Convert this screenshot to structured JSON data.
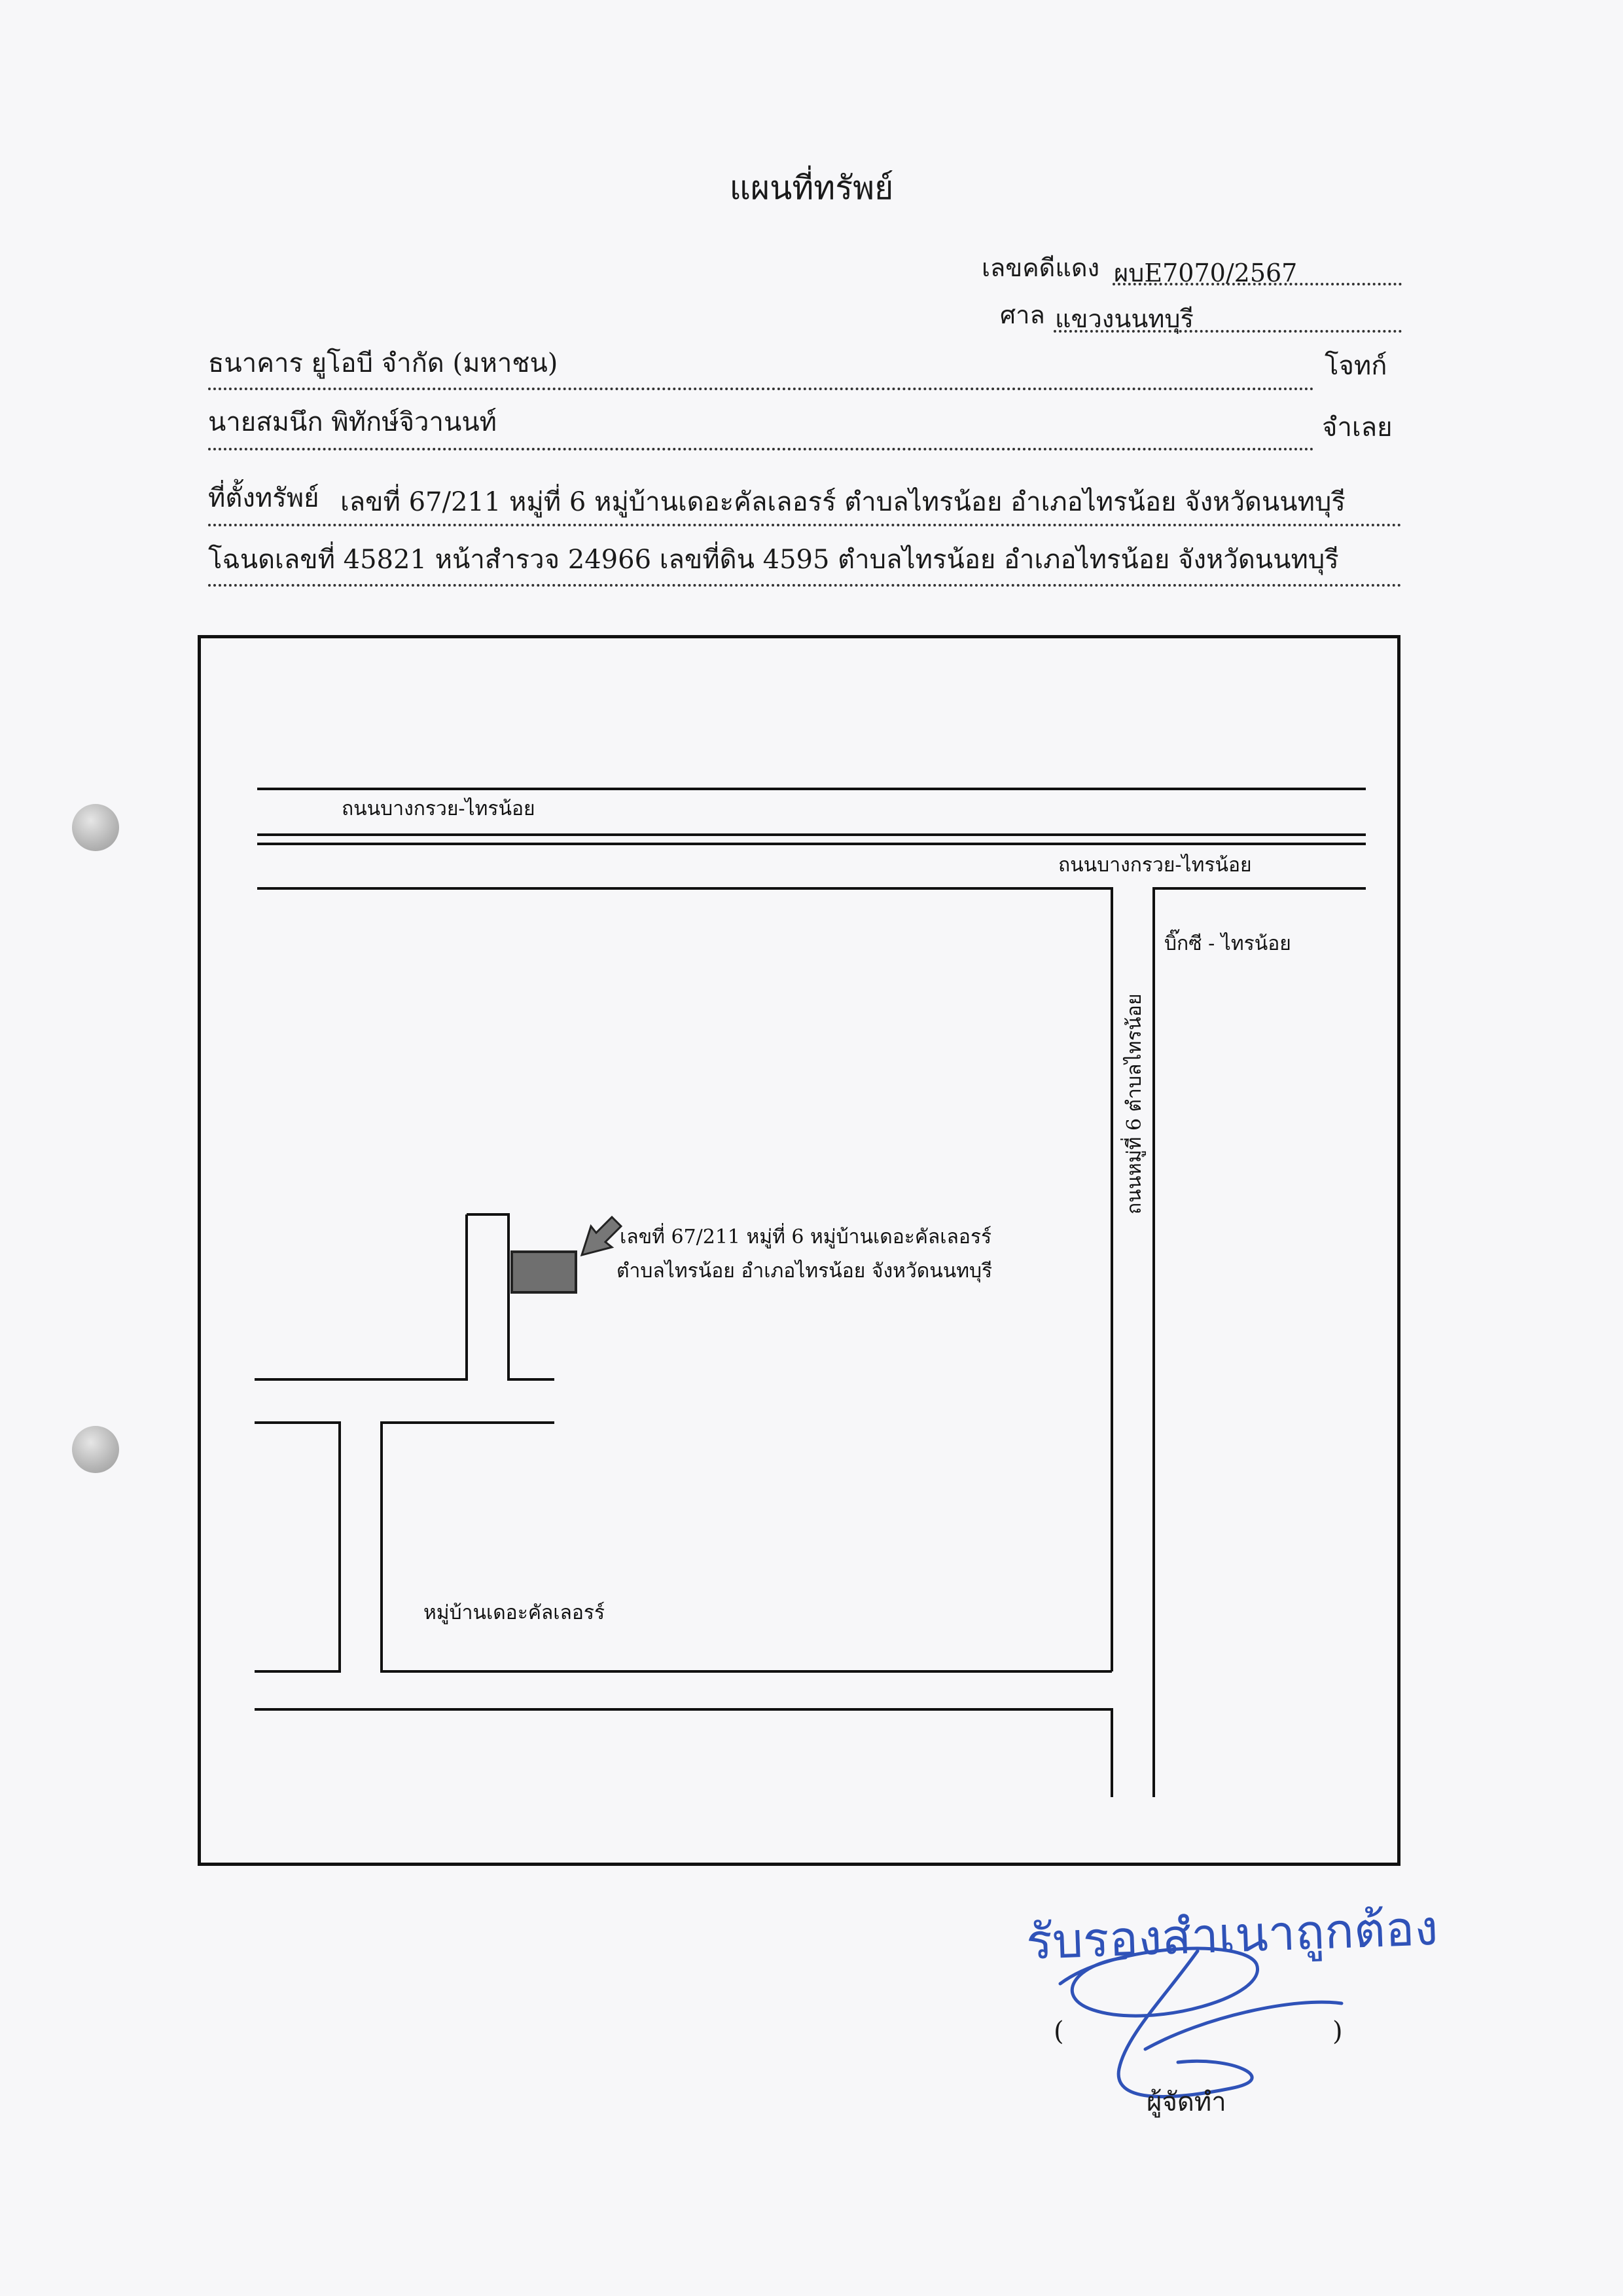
{
  "title": "แผนที่ทรัพย์",
  "case": {
    "label": "เลขคดีแดง",
    "value": "ผบE7070/2567"
  },
  "court": {
    "label": "ศาล",
    "value": "แขวงนนทบุรี"
  },
  "plaintiff": {
    "name": "ธนาคาร ยูโอบี จำกัด (มหาชน)",
    "role": "โจทก์"
  },
  "defendant": {
    "name": "นายสมนึก พิทักษ์จิวานนท์",
    "role": "จำเลย"
  },
  "location": {
    "label": "ที่ตั้งทรัพย์",
    "address": "เลขที่ 67/211 หมู่ที่ 6 หมู่บ้านเดอะคัลเลอรร์ ตำบลไทรน้อย อำเภอไทรน้อย จังหวัดนนทบุรี",
    "deed": "โฉนดเลขที่ 45821 หน้าสำรวจ 24966 เลขที่ดิน 4595 ตำบลไทรน้อย อำเภอไทรน้อย จังหวัดนนทบุรี"
  },
  "map": {
    "road_top_left": "ถนนบางกรวย-ไทรน้อย",
    "road_top_right": "ถนนบางกรวย-ไทรน้อย",
    "road_side_label": "บิ๊กซี - ไทรน้อย",
    "road_vertical": "ถนนหมู่ที่ 6 ตำบลไทรน้อย",
    "property_line1": "เลขที่ 67/211 หมู่ที่ 6 หมู่บ้านเดอะคัลเลอรร์",
    "property_line2": "ตำบลไทรน้อย อำเภอไทรน้อย จังหวัดนนทบุรี",
    "village": "หมู่บ้านเดอะคัลเลอรร์",
    "property_color": "#6f6f6f"
  },
  "certification": {
    "stamp": "รับรองสำเนาถูกต้อง",
    "paren_open": "(",
    "paren_close": ")",
    "preparer": "ผู้จัดทำ",
    "stamp_color": "#2f52b8"
  }
}
